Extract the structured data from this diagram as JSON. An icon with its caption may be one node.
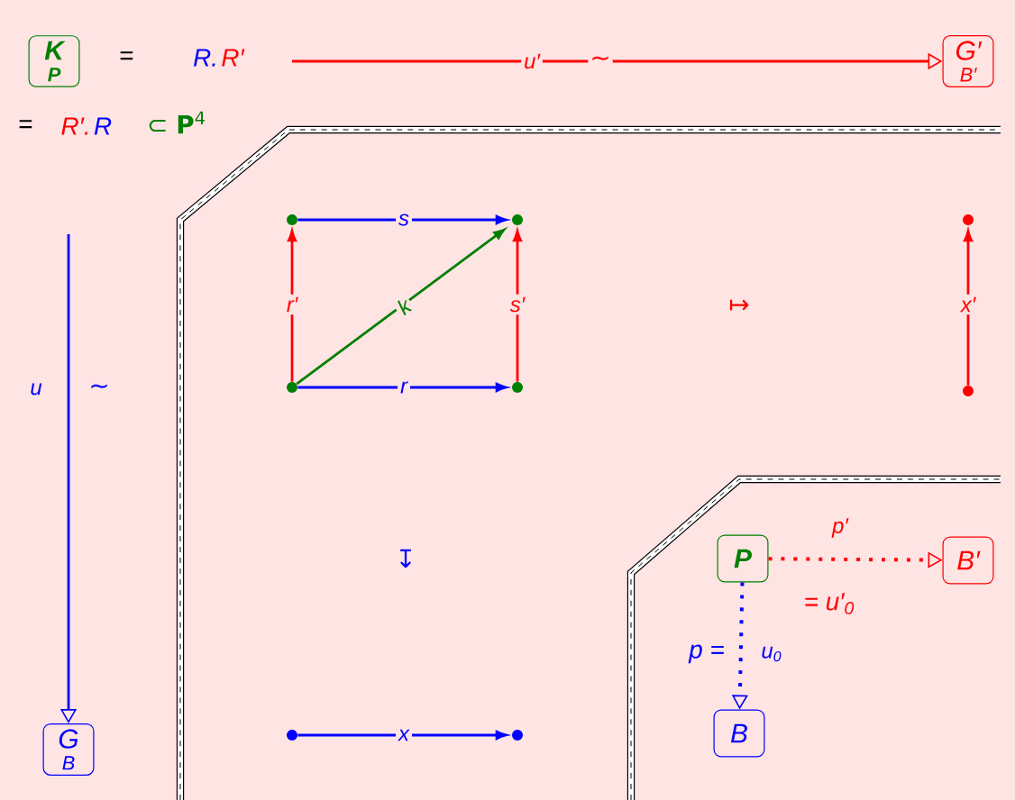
{
  "diagram": {
    "nodes": [
      {
        "text": [
          "K",
          "P"
        ]
      },
      {
        "text": [
          "G′",
          "B′"
        ]
      },
      {
        "text": [
          "G",
          "B"
        ]
      },
      {
        "text": [
          "P"
        ]
      },
      {
        "text": [
          "B′"
        ]
      },
      {
        "text": [
          "B"
        ]
      },
      {
        "text": [],
        "shape": "circle"
      },
      {
        "text": [],
        "shape": "circle"
      },
      {
        "text": [],
        "shape": "circle"
      },
      {
        "text": [],
        "shape": "circle"
      },
      {
        "text": [],
        "shape": "circle"
      },
      {
        "text": [],
        "shape": "circle"
      },
      {
        "text": [],
        "shape": "circle"
      },
      {
        "text": [],
        "shape": "circle"
      }
    ],
    "edges": [
      {
        "from": null,
        "to": 1,
        "arrow": "to",
        "label": "u′",
        "color": "#ff0000"
      },
      {
        "from": null,
        "to": 2,
        "arrow": "to",
        "label": "u",
        "color": "#0000ff"
      },
      {
        "from": 6,
        "to": 7,
        "arrow": "to",
        "label": "s",
        "color": "#0000ff"
      },
      {
        "from": 8,
        "to": 9,
        "arrow": "to",
        "label": "r",
        "color": "#0000ff"
      },
      {
        "from": 8,
        "to": 6,
        "arrow": "to",
        "label": "r′",
        "color": "#ff0000"
      },
      {
        "from": 9,
        "to": 7,
        "arrow": "to",
        "label": "s′",
        "color": "#ff0000"
      },
      {
        "from": 8,
        "to": 7,
        "arrow": "to",
        "label": "k",
        "color": "#008000"
      },
      {
        "from": 11,
        "to": 10,
        "arrow": "to",
        "label": "x′",
        "color": "#ff0000"
      },
      {
        "from": 12,
        "to": 13,
        "arrow": "to",
        "label": "x",
        "color": "#0000ff"
      },
      {
        "from": 3,
        "to": 4,
        "arrow": "to",
        "label": "p′",
        "style": "dashed",
        "color": "#ff0000"
      },
      {
        "from": 3,
        "to": 5,
        "arrow": "to",
        "label": "u$_{0}$",
        "style": "dashed",
        "color": "#0000ff"
      }
    ],
    "labels": [
      "=",
      "R.",
      "R′",
      "∼",
      "=",
      "R′.",
      "R",
      "⊂ **P**$^{4}$",
      "∼",
      "↦",
      "↧",
      "= u′$_{0}$",
      "p ="
    ]
  }
}
